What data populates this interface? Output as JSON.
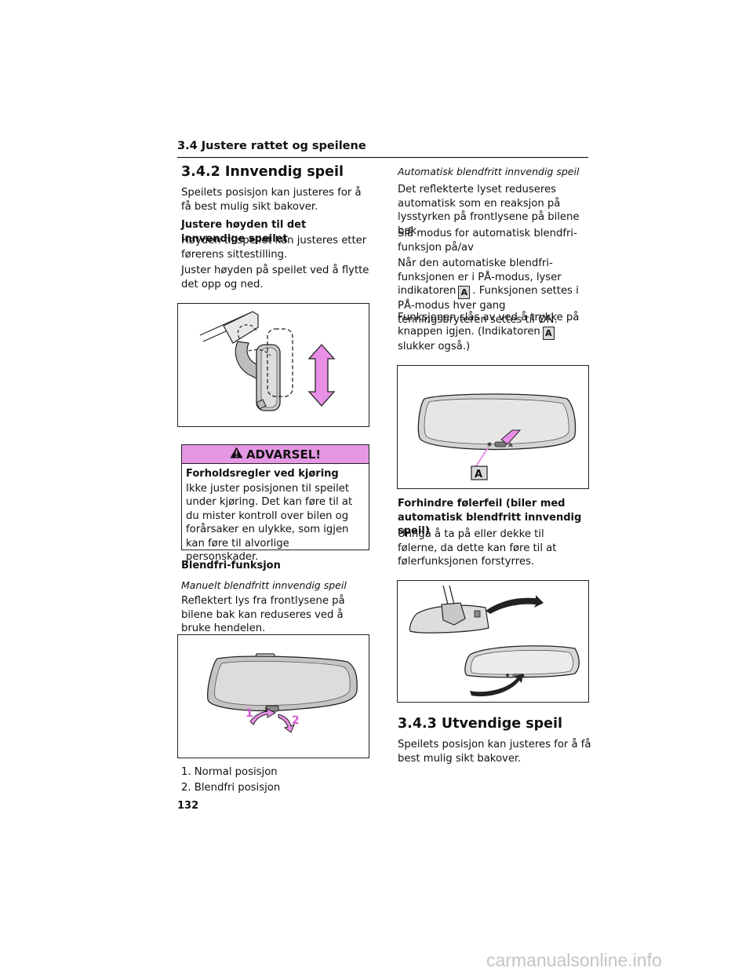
{
  "header": {
    "section": "3.4  Justere rattet og speilene"
  },
  "left": {
    "heading": "3.4.2  Innvendig speil",
    "intro": "Speilets posisjon kan justeres for å få best mulig sikt bakover.",
    "adjust_title": "Justere høyden til det innvendige speilet",
    "adjust_p1": "Høyden til speilet kan justeres etter førerens sittestilling.",
    "adjust_p2": "Juster høyden på speilet ved å flytte det opp og ned.",
    "warning": {
      "label": "ADVARSEL!",
      "title": "Forholdsregler ved kjøring",
      "body": "Ikke juster posisjonen til speilet under kjøring. Det kan føre til at du mister kontroll over bilen og forårsaker en ulykke, som igjen kan føre til alvorlige personskader."
    },
    "antiglare_title": "Blendfri-funksjon",
    "manual_subtitle": "Manuelt blendfritt innvendig speil",
    "manual_text": "Reflektert lys fra frontlysene på bilene bak kan reduseres ved å bruke hendelen.",
    "figure_labels": {
      "one": "1",
      "two": "2"
    },
    "list": [
      "1. Normal posisjon",
      "2. Blendfri posisjon"
    ]
  },
  "right": {
    "auto_subtitle": "Automatisk blendfritt innvendig speil",
    "auto_text": "Det reflekterte lyset reduseres automatisk som en reaksjon på lysstyrken på frontlysene på bilene bak.",
    "auto_mode": "Slå modus for automatisk blendfri-funksjon på/av",
    "auto_on_pre": "Når den automatiske blendfri-funksjonen er i PÅ-modus, lyser indikatoren",
    "auto_on_post": ". Funksjonen settes i PÅ-modus hver gang tenningsbryteren settes til ON.",
    "auto_off_pre": "Funksjonen slås av ved å trykke på knappen igjen. (Indikatoren",
    "auto_off_post": "slukker også.)",
    "indicator": "A",
    "figure_label": "A",
    "sensor_title": "Forhindre følerfeil (biler med automatisk blendfritt innvendig speil)",
    "sensor_text": "Unngå å ta på eller dekke til følerne, da dette kan føre til at følerfunksjonen forstyrres.",
    "outside_heading": "3.4.3  Utvendige speil",
    "outside_intro": "Speilets posisjon kan justeres for å få best mulig sikt bakover."
  },
  "footer": {
    "page": "132",
    "watermark": "carmanualsonline.info"
  },
  "colors": {
    "accent": "#e497e3",
    "arrow": "#e88fe6",
    "label_pink": "#d45bd2"
  }
}
